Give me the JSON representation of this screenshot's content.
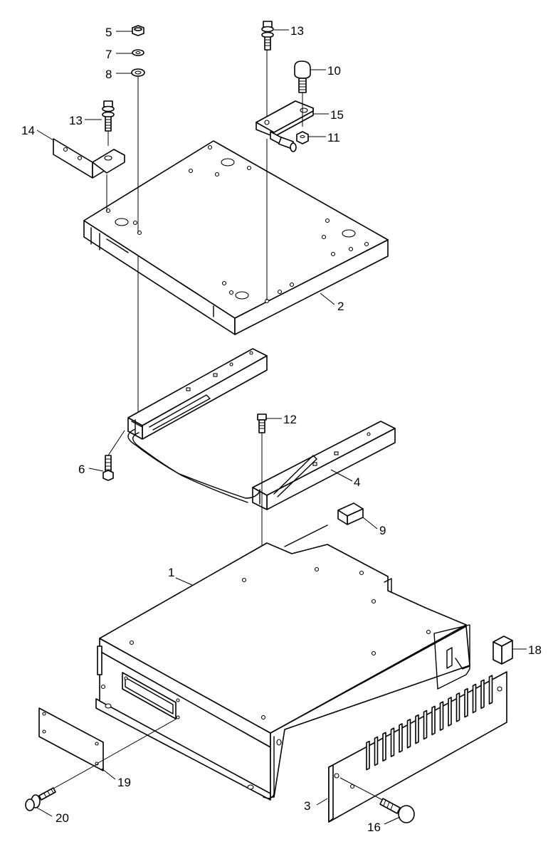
{
  "callouts": [
    {
      "id": "c1",
      "text": "1"
    },
    {
      "id": "c2",
      "text": "2"
    },
    {
      "id": "c3",
      "text": "3"
    },
    {
      "id": "c4",
      "text": "4"
    },
    {
      "id": "c5",
      "text": "5"
    },
    {
      "id": "c6",
      "text": "6"
    },
    {
      "id": "c7",
      "text": "7"
    },
    {
      "id": "c8",
      "text": "8"
    },
    {
      "id": "c9",
      "text": "9"
    },
    {
      "id": "c10",
      "text": "10"
    },
    {
      "id": "c11",
      "text": "11"
    },
    {
      "id": "c12",
      "text": "12"
    },
    {
      "id": "c13a",
      "text": "13"
    },
    {
      "id": "c13b",
      "text": "13"
    },
    {
      "id": "c14",
      "text": "14"
    },
    {
      "id": "c15",
      "text": "15"
    },
    {
      "id": "c16",
      "text": "16"
    },
    {
      "id": "c18",
      "text": "18"
    },
    {
      "id": "c19",
      "text": "19"
    },
    {
      "id": "c20",
      "text": "20"
    }
  ]
}
